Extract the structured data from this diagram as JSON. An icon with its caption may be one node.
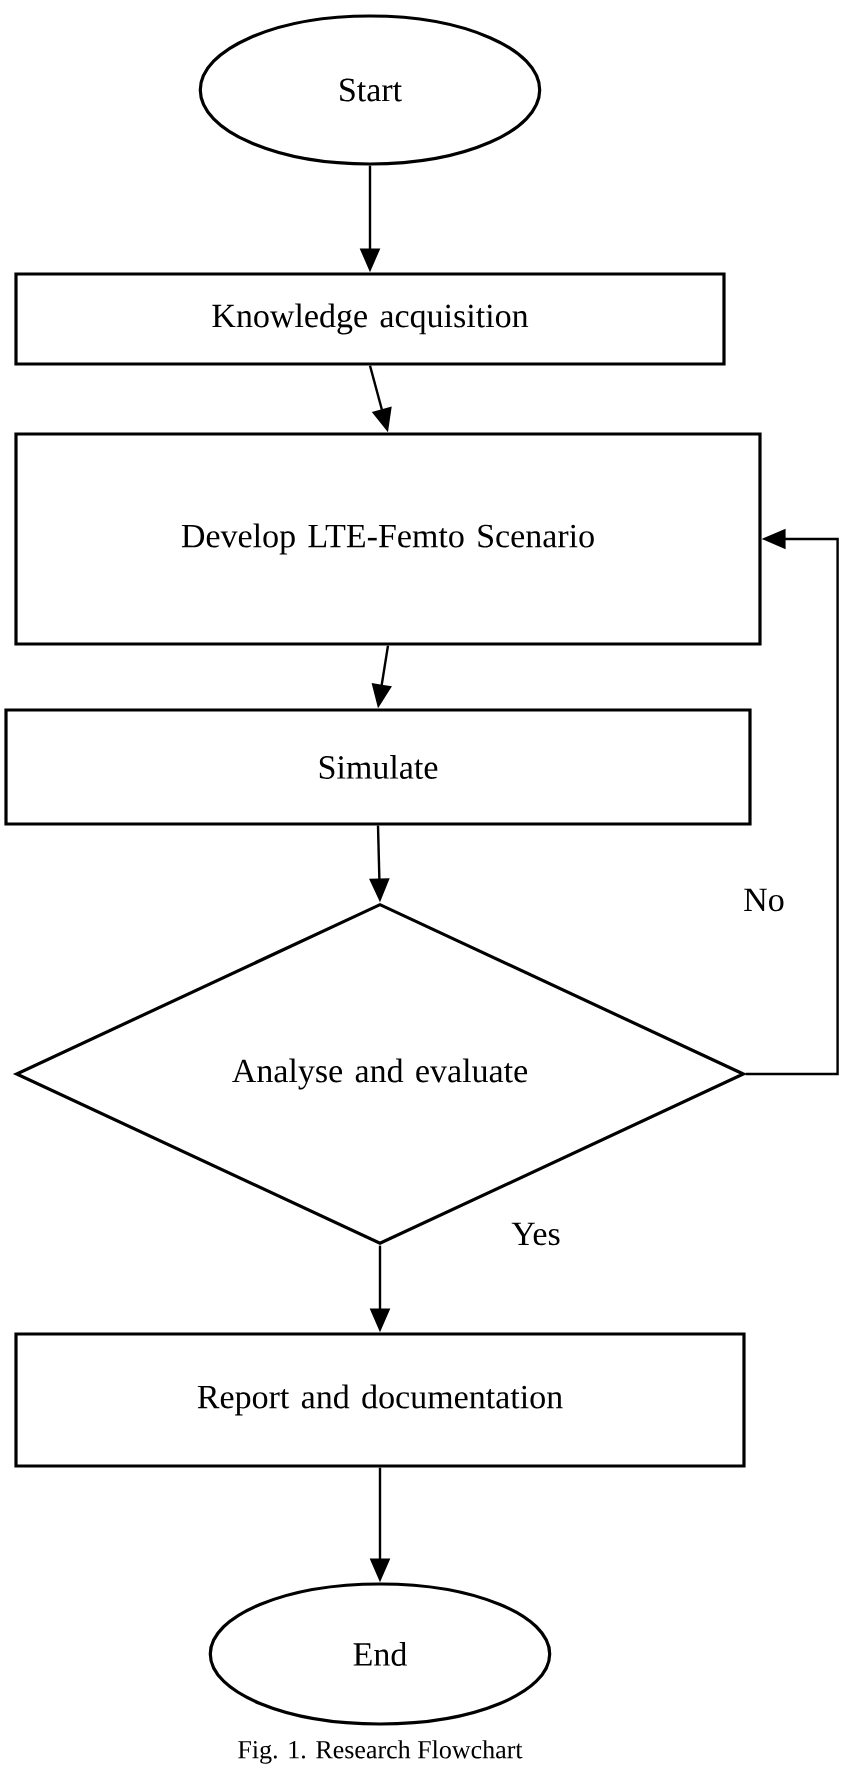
{
  "diagram": {
    "caption": "Fig. 1. Research Flowchart",
    "nodes": [
      {
        "text": [
          "Start"
        ]
      },
      {
        "text": [
          "Knowledge acquisition"
        ]
      },
      {
        "text": [
          "Develop LTE-Femto Scenario"
        ]
      },
      {
        "text": [
          "Simulate"
        ]
      },
      {
        "text": [
          "Analyse and evaluate"
        ]
      },
      {
        "text": [
          "Report and documentation"
        ]
      },
      {
        "text": [
          "End"
        ]
      }
    ],
    "edges": [
      {
        "from": 0,
        "to": 1,
        "arrow": "to"
      },
      {
        "from": 1,
        "to": 2,
        "arrow": "to"
      },
      {
        "from": 2,
        "to": 3,
        "arrow": "to"
      },
      {
        "from": 3,
        "to": 4,
        "arrow": "to"
      },
      {
        "from": 4,
        "to": 5,
        "arrow": "to",
        "label": "Yes"
      },
      {
        "from": 5,
        "to": 6,
        "arrow": "to"
      },
      {
        "from": 4,
        "to": 2,
        "arrow": "to",
        "label": "No"
      }
    ]
  }
}
